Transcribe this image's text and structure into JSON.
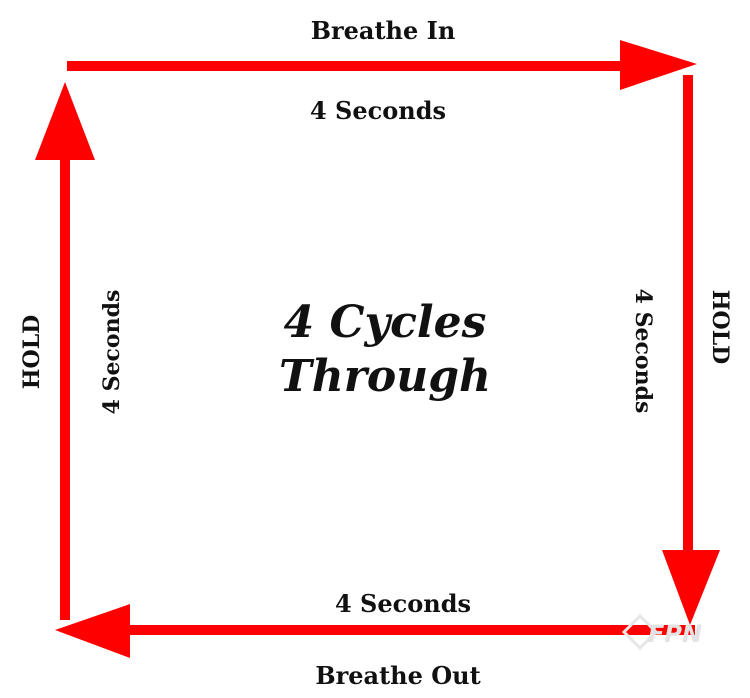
{
  "diagram": {
    "center_title_line1": "4 Cycles",
    "center_title_line2": "Through",
    "top": {
      "action": "Breathe In",
      "duration": "4 Seconds"
    },
    "right": {
      "action": "HOLD",
      "duration": "4 Seconds"
    },
    "bottom": {
      "action": "Breathe Out",
      "duration": "4 Seconds"
    },
    "left": {
      "action": "HOLD",
      "duration": "4 Seconds"
    }
  },
  "colors": {
    "arrow": "#ff0000",
    "text": "#111111",
    "background": "#ffffff"
  },
  "watermark": {
    "text": "FPN"
  }
}
